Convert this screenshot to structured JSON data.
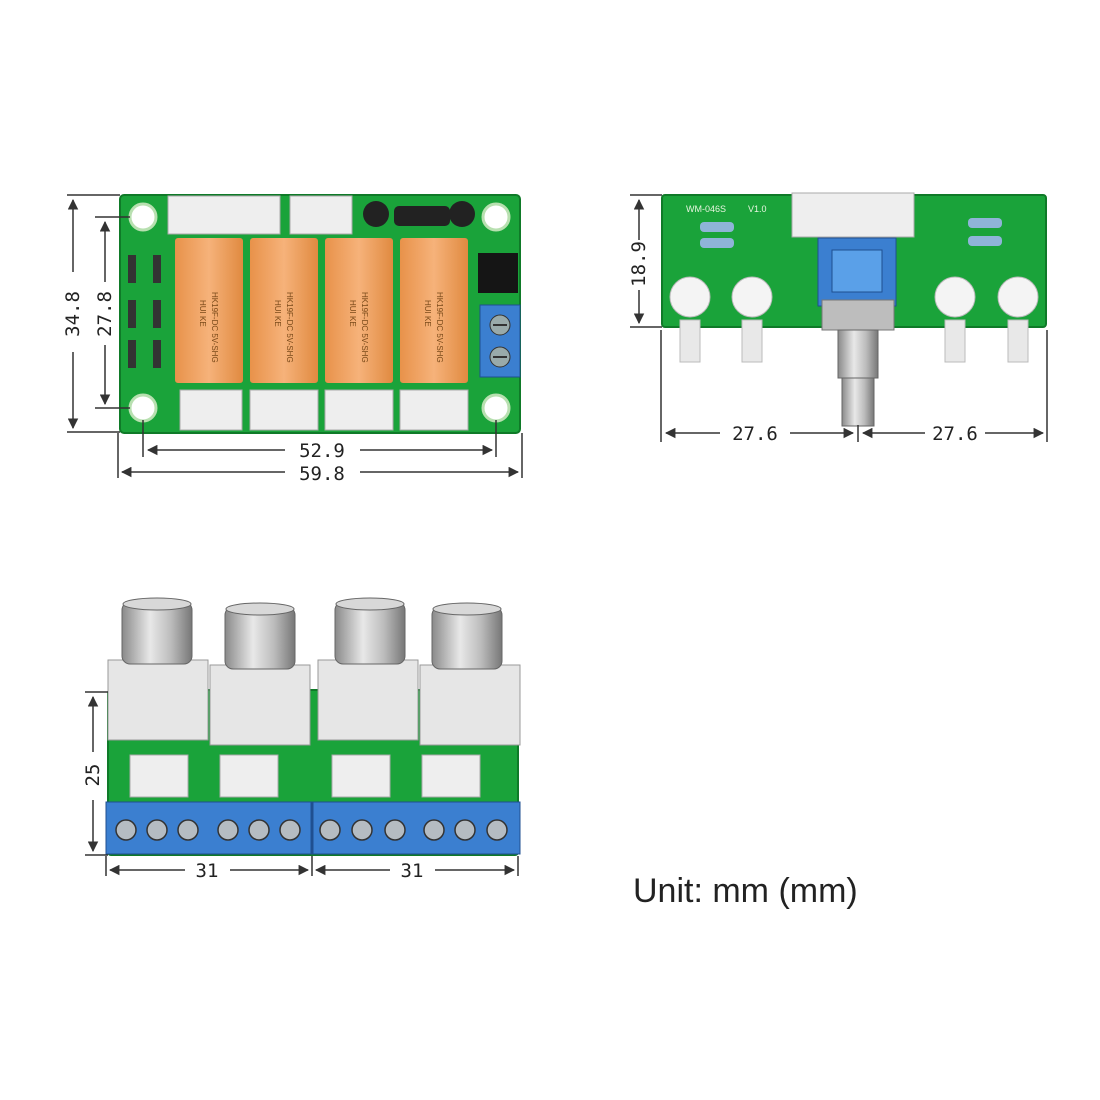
{
  "relay_board": {
    "dims": {
      "height_outer": "34.8",
      "height_inner": "27.8",
      "width_inner": "52.9",
      "width_outer": "59.8"
    },
    "relay_marking": [
      "HUI KE",
      "HK19F-DC 5V-SHG"
    ]
  },
  "pot_board": {
    "model": "WM-046S",
    "model_suffix": "V1.0",
    "dims": {
      "height": "18.9",
      "left_width": "27.6",
      "right_width": "27.6"
    }
  },
  "rca_board": {
    "dims": {
      "height": "25",
      "width_left": "31",
      "width_right": "31"
    }
  },
  "unit_label": "Unit: mm (mm)",
  "colors": {
    "pcb": "#1aa33a",
    "relay": "#f2a35a",
    "terminal": "#3b7fd0",
    "connector": "#eeeeee"
  }
}
